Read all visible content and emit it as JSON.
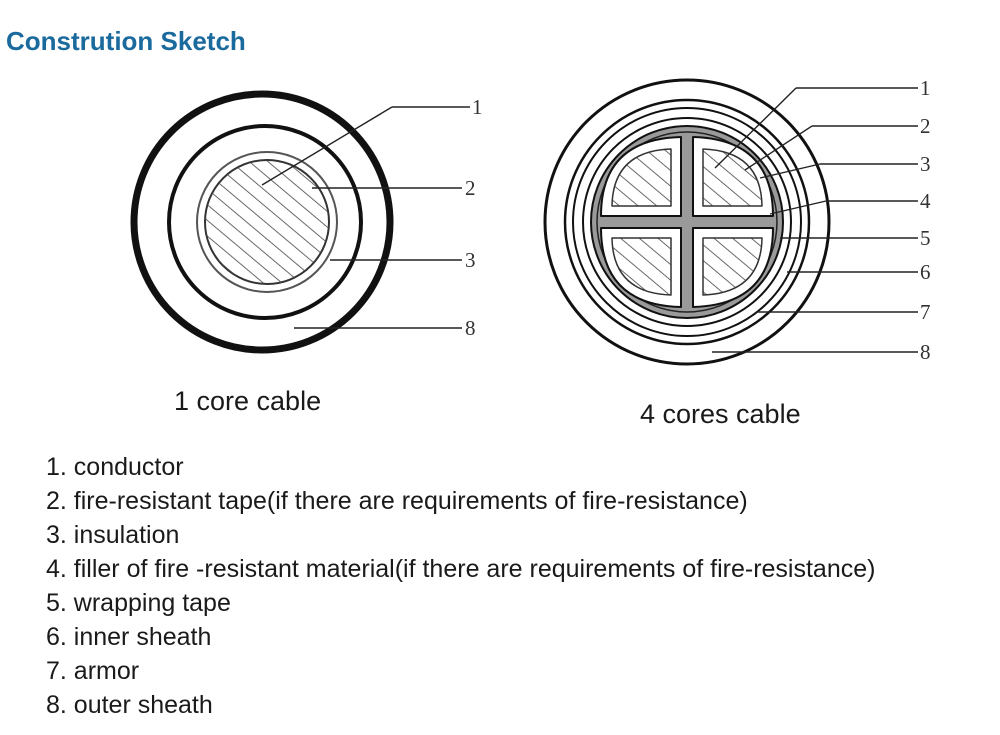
{
  "title": "Constrution Sketch",
  "cable1": {
    "caption": "1 core cable",
    "callouts": [
      "1",
      "2",
      "3",
      "8"
    ]
  },
  "cable4": {
    "caption": "4 cores cable",
    "callouts": [
      "1",
      "2",
      "3",
      "4",
      "5",
      "6",
      "7",
      "8"
    ]
  },
  "legend": [
    "1. conductor",
    "2. fire-resistant tape(if there are requirements of fire-resistance)",
    "3. insulation",
    "4. filler of fire -resistant material(if there are requirements of fire-resistance)",
    "5. wrapping tape",
    "6. inner sheath",
    "7. armor",
    "8. outer sheath"
  ],
  "colors": {
    "title": "#1a6a9e",
    "line": "#1a1a1a",
    "filler": "#9a9a9a"
  }
}
